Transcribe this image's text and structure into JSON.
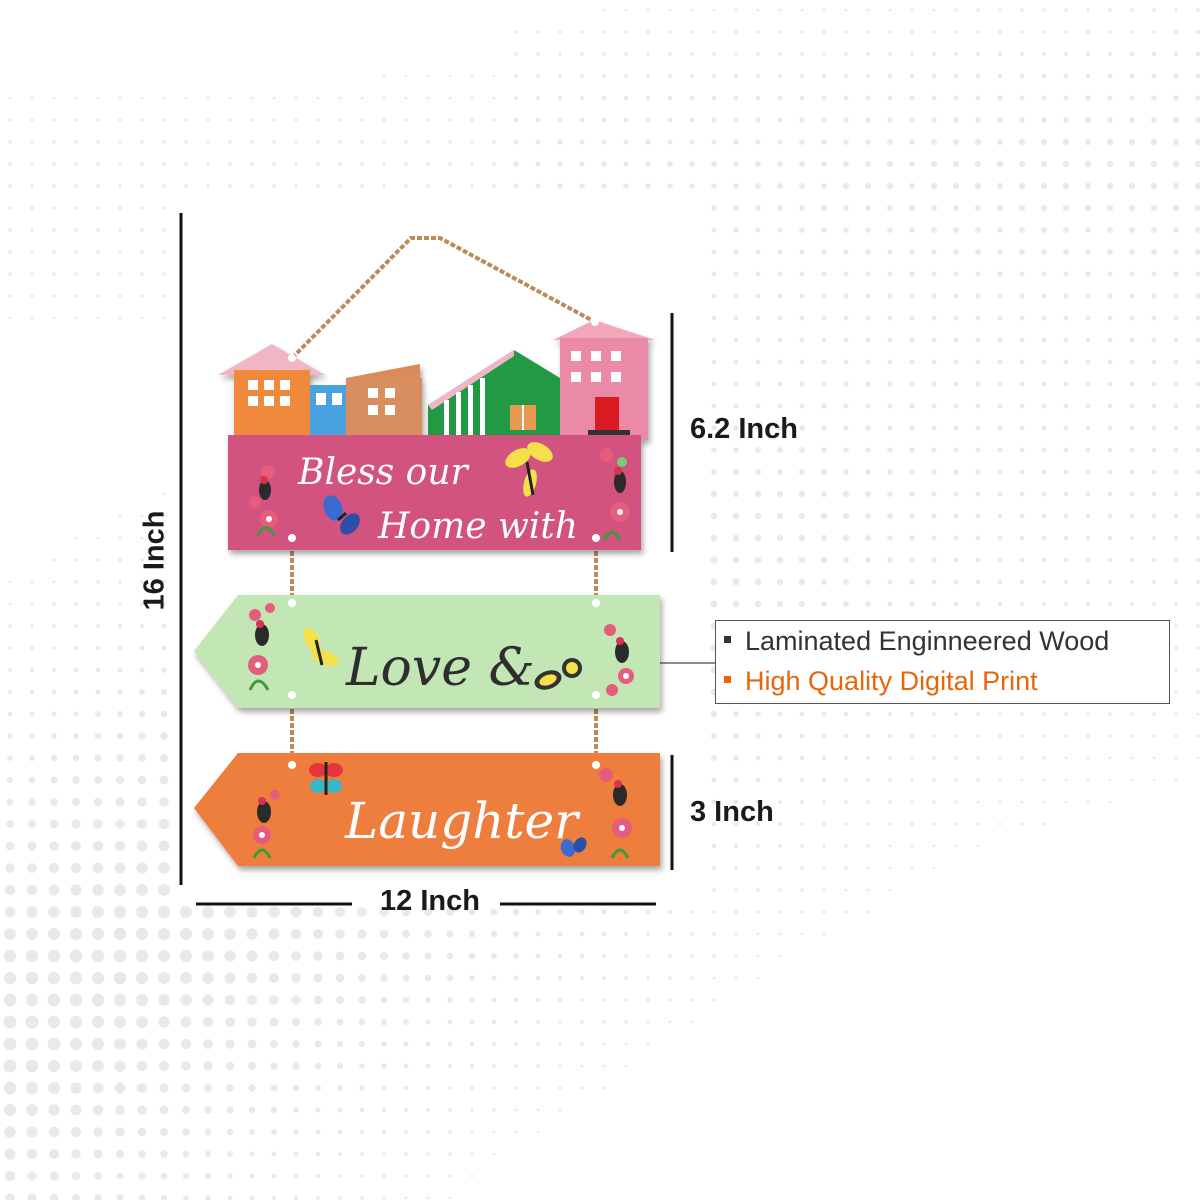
{
  "dimensions": {
    "height_total": "16 Inch",
    "width_total": "12 Inch",
    "top_board_height": "6.2 Inch",
    "bottom_board_height": "3 Inch"
  },
  "sign": {
    "top_line_1": "Bless our",
    "top_line_2": "Home with",
    "middle_text": "Love &",
    "bottom_text": "Laughter"
  },
  "features": [
    {
      "text": "Laminated Enginneered Wood",
      "color": "#333333"
    },
    {
      "text": "High Quality Digital Print",
      "color": "#e8650c"
    }
  ],
  "colors": {
    "pink_board": "#d2527f",
    "green_board": "#c3e7b4",
    "orange_board": "#ee7e3c",
    "rope": "#b98c5a",
    "accent_orange": "#e8650c"
  }
}
